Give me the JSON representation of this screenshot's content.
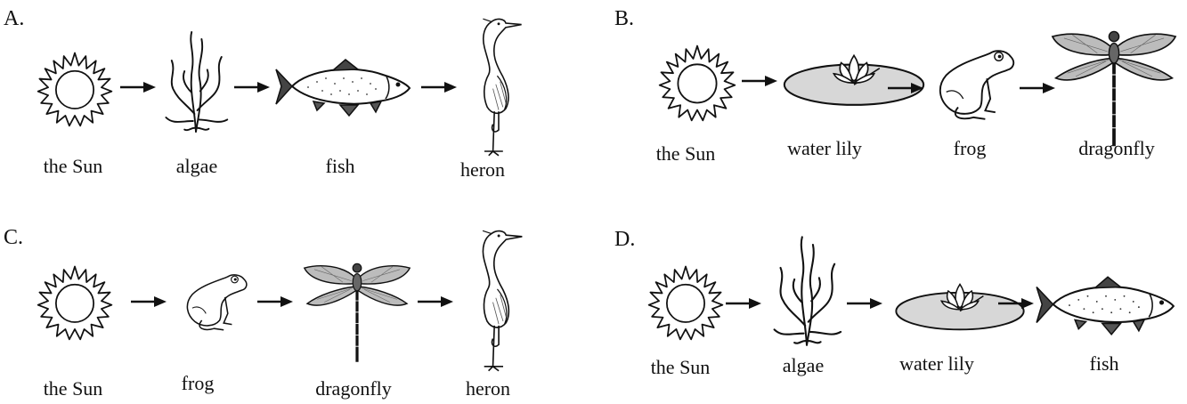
{
  "options": [
    {
      "letter": "A.",
      "chain": [
        "the Sun",
        "algae",
        "fish",
        "heron"
      ]
    },
    {
      "letter": "B.",
      "chain": [
        "the Sun",
        "water lily",
        "frog",
        "dragonfly"
      ]
    },
    {
      "letter": "C.",
      "chain": [
        "the Sun",
        "frog",
        "dragonfly",
        "heron"
      ]
    },
    {
      "letter": "D.",
      "chain": [
        "the Sun",
        "algae",
        "water lily",
        "fish"
      ]
    }
  ]
}
